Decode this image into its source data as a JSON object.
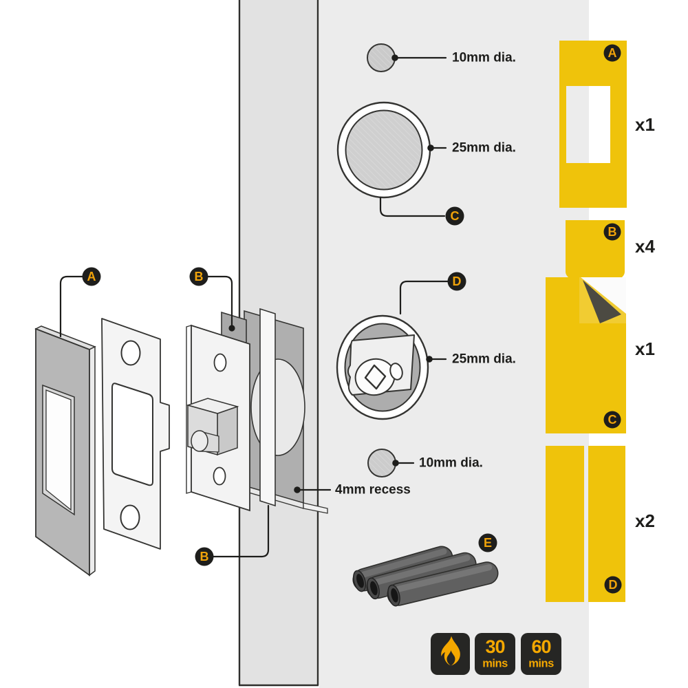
{
  "callouts": {
    "top_hole": "10mm dia.",
    "latch_face_hole": "25mm dia.",
    "latch_body_hole": "25mm dia.",
    "bottom_hole": "10mm dia.",
    "recess": "4mm recess"
  },
  "labels": {
    "a": "A",
    "b": "B",
    "c": "C",
    "d": "D",
    "e": "E"
  },
  "parts": [
    {
      "label": "A",
      "qty": "x1"
    },
    {
      "label": "B",
      "qty": "x4"
    },
    {
      "label": "C",
      "qty": "x1"
    },
    {
      "label": "D",
      "qty": "x2"
    }
  ],
  "fire_ratings": [
    {
      "value": "30",
      "unit": "mins"
    },
    {
      "value": "60",
      "unit": "mins"
    }
  ],
  "icons": {
    "fire": "flame-icon"
  },
  "colors": {
    "pad_yellow": "#EFC30B",
    "badge_bg": "#1E1E1C",
    "badge_text": "#F0A30A",
    "rating_bg": "#262624",
    "rating_text": "#F5A800",
    "line": "#1D1D1B",
    "panel_gray": "#ECECEC",
    "door_gray": "#E2E2E2"
  }
}
